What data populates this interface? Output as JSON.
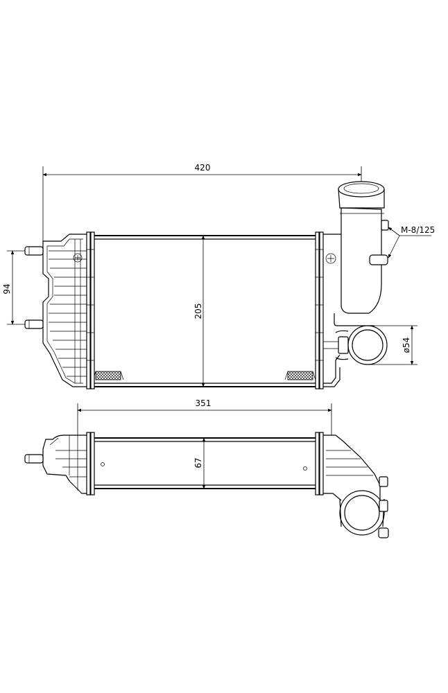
{
  "dimensions": {
    "overall_width": "420",
    "core_height": "205",
    "mount_spacing": "94",
    "outlet_diameter": "ø54",
    "thread": "M-8/125",
    "core_width": "351",
    "core_depth": "67"
  },
  "colors": {
    "line": "#000000",
    "background": "#ffffff"
  }
}
